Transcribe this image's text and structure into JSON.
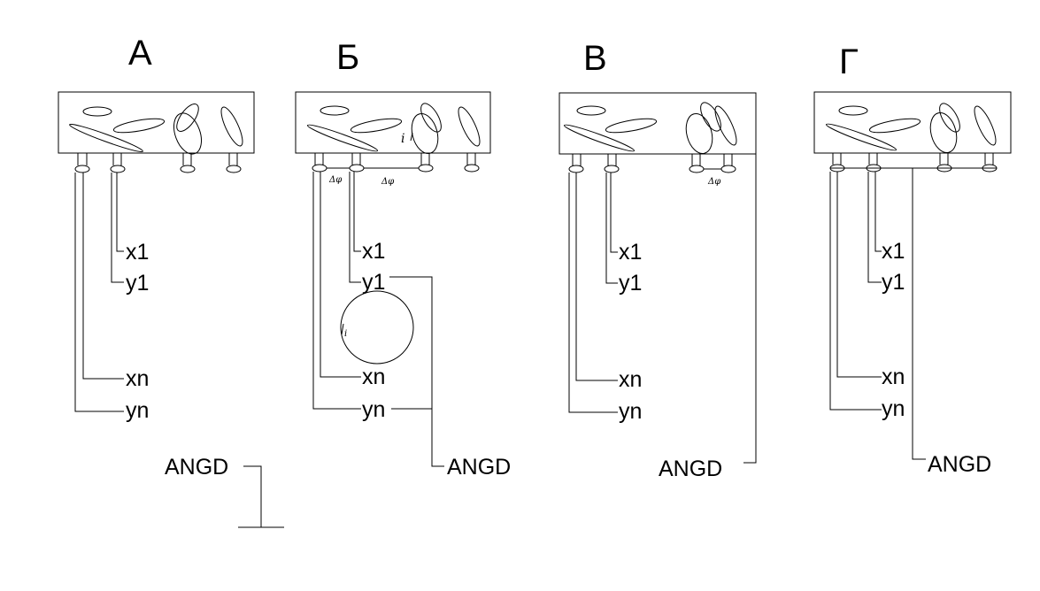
{
  "panels": [
    {
      "letter": "А",
      "x1": "x1",
      "y1": "y1",
      "xn": "xn",
      "yn": "yn",
      "angd": "ANGD"
    },
    {
      "letter": "Б",
      "x1": "x1",
      "y1": "y1",
      "xn": "xn",
      "yn": "yn",
      "angd": "ANGD"
    },
    {
      "letter": "В",
      "x1": "x1",
      "y1": "y1",
      "xn": "xn",
      "yn": "yn",
      "angd": "ANGD"
    },
    {
      "letter": "Г",
      "x1": "x1",
      "y1": "y1",
      "xn": "xn",
      "yn": "yn",
      "angd": "ANGD"
    }
  ],
  "annotations": {
    "delta_phi": "Δφ",
    "current_i": "i"
  }
}
